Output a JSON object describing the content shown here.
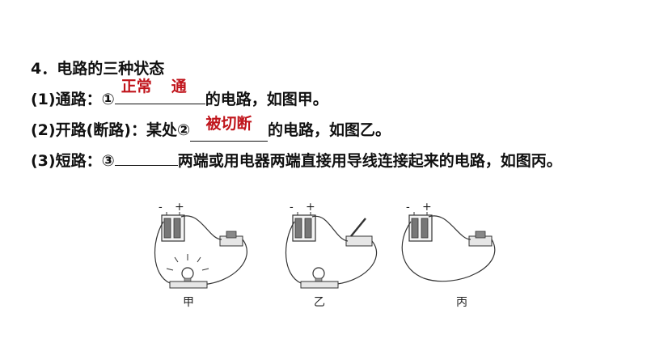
{
  "heading": "4．电路的三种状态",
  "items": [
    {
      "prefix": "(1)通路：①",
      "answer_part1": "正常",
      "answer_part2": "通",
      "suffix": "的电路，如图甲。"
    },
    {
      "prefix": "(2)开路(断路)：某处②",
      "answer": "被切断",
      "suffix": "的电路，如图乙。"
    },
    {
      "prefix": "(3)短路：③",
      "answer": "",
      "suffix": "两端或用电器两端直接用导线连接起来的电路，如图丙。"
    }
  ],
  "figures": [
    {
      "label": "甲",
      "minus": "-",
      "plus": "+"
    },
    {
      "label": "乙",
      "minus": "-",
      "plus": "+"
    },
    {
      "label": "丙",
      "minus": "-",
      "plus": "+"
    }
  ],
  "colors": {
    "answer": "#c0141b",
    "text": "#111111",
    "wire": "#333333"
  }
}
